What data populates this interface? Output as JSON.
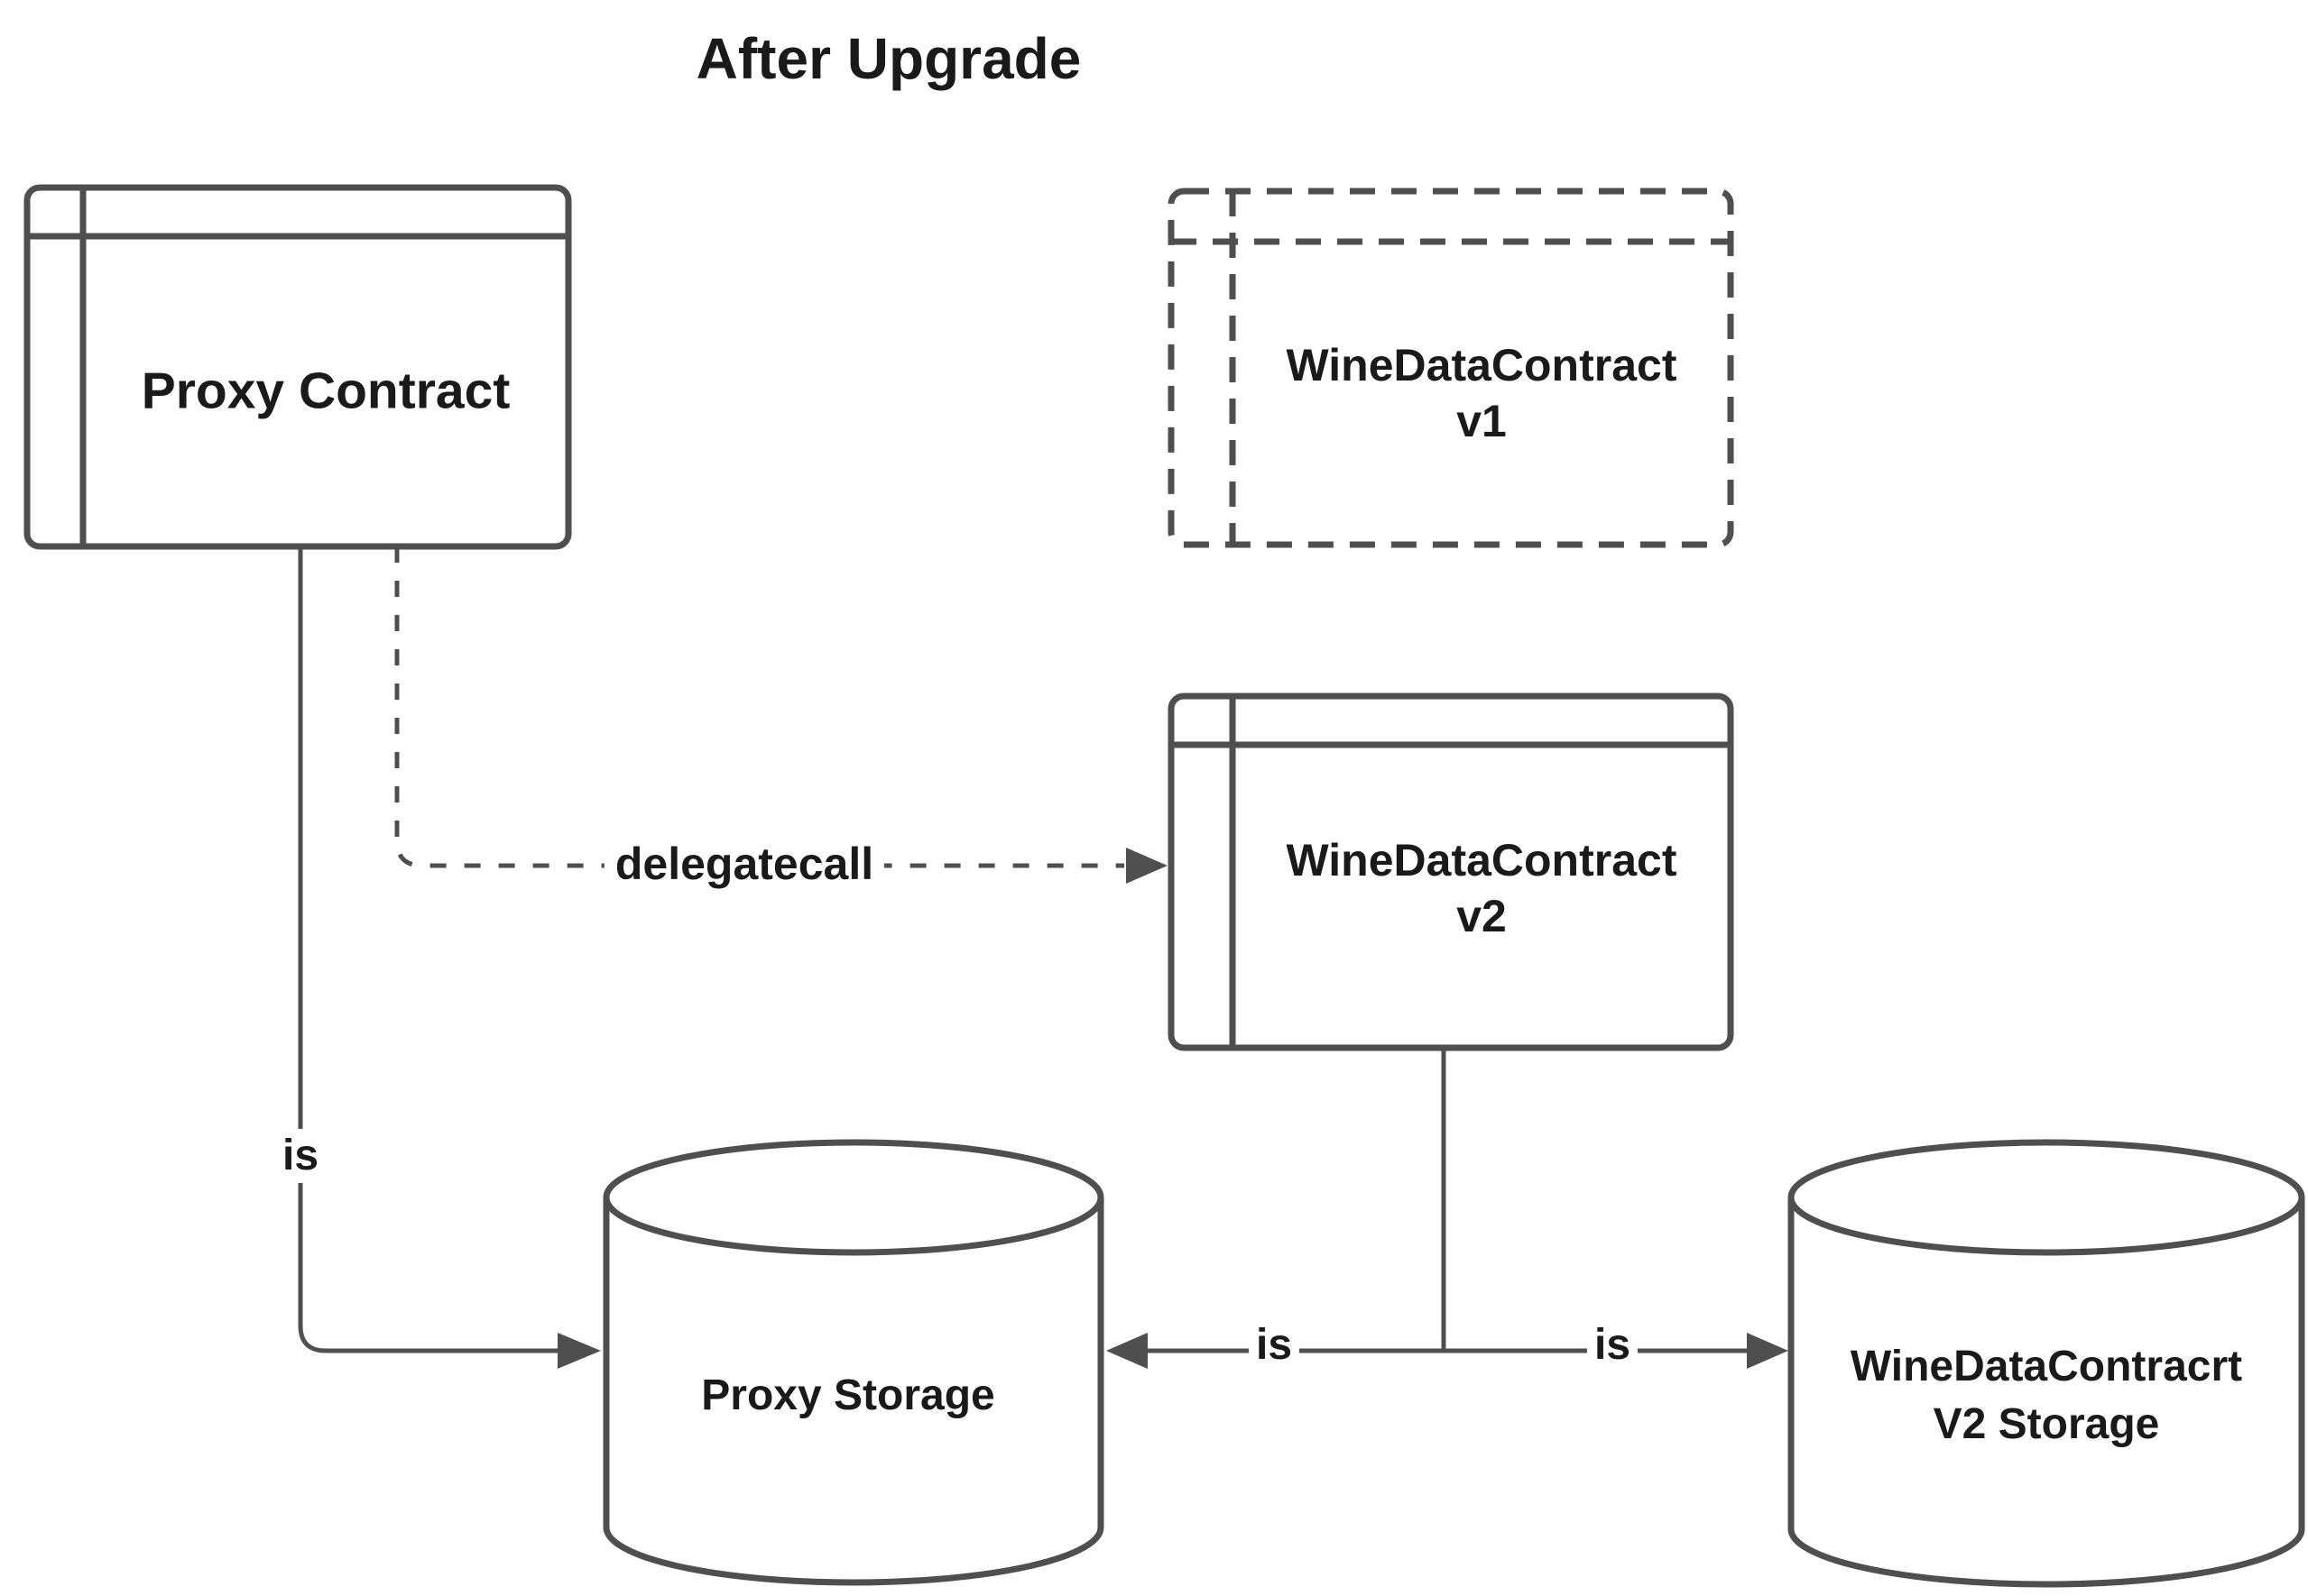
{
  "title": "After Upgrade",
  "nodes": {
    "proxy_contract": {
      "label": "Proxy Contract",
      "shape": "uml-module",
      "border": "solid"
    },
    "wdc_v1": {
      "line1": "WineDataContract",
      "line2": "v1",
      "shape": "uml-module",
      "border": "dashed"
    },
    "wdc_v2": {
      "line1": "WineDataContract",
      "line2": "v2",
      "shape": "uml-module",
      "border": "solid"
    },
    "proxy_storage": {
      "label": "Proxy Storage",
      "shape": "cylinder"
    },
    "wdc_v2_storage": {
      "line1": "WineDataContracrt",
      "line2": "V2 Storage",
      "shape": "cylinder"
    }
  },
  "edges": {
    "delegatecall": {
      "label": "delegatecall",
      "from": "Proxy Contract",
      "to": "WineDataContract v2",
      "style": "dashed-arrow"
    },
    "proxy_is": {
      "label": "is",
      "from": "Proxy Contract",
      "to": "Proxy Storage",
      "style": "solid-arrow"
    },
    "v2_is_left": {
      "label": "is",
      "from": "WineDataContract v2",
      "to": "Proxy Storage",
      "style": "solid-arrow"
    },
    "v2_is_right": {
      "label": "is",
      "from": "WineDataContract v2",
      "to": "WineDataContracrt V2 Storage",
      "style": "solid-arrow"
    }
  },
  "colors": {
    "stroke": "#4f4f4f",
    "text": "#1a1a1a",
    "background": "#ffffff"
  }
}
